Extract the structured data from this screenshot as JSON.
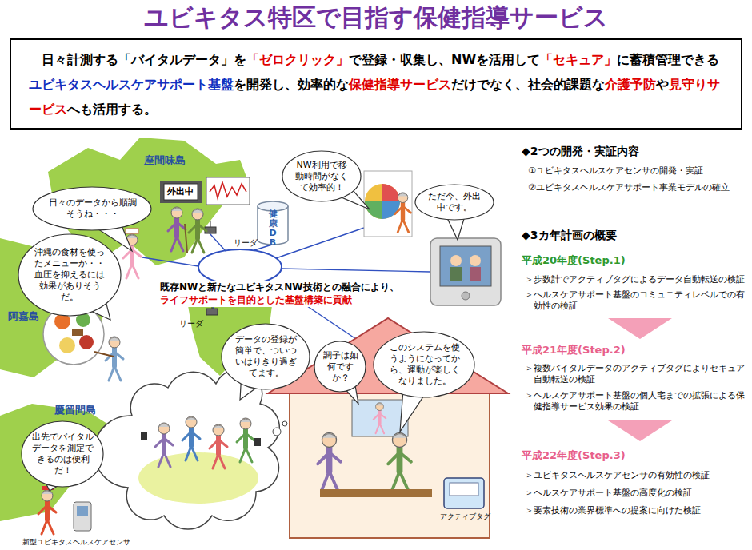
{
  "diagram": {
    "title": "ユビキタス特区で目指す保健指導サービス",
    "nodes": [
      {
        "text": [
          "日々計測する「バイタルデータ」を「ゼロクリック」で登録・収集し、NWを活用して「セキュア」に蓄積管理できるユビキタスヘルスケアサポート基盤を開発し、効率的な保健指導サービスだけでなく、社会的課題な介護予防や見守りサービスへも活用する。"
        ]
      },
      {
        "text": [
          "日々のデータから順調そうね・・・"
        ]
      },
      {
        "text": [
          "沖縄の食材を使ったメニューか・・血圧を抑えるには効果がありそうだ。"
        ]
      },
      {
        "text": [
          "NW利用で移動時間がなくて効率的！"
        ]
      },
      {
        "text": [
          "ただ今、外出中です。"
        ]
      },
      {
        "text": [
          "データの登録が簡単で、ついついはりきり過ぎてます。"
        ]
      },
      {
        "text": [
          "調子は如何ですか？"
        ]
      },
      {
        "text": [
          "このシステムを使うようになってから、運動が楽しくなりました。"
        ]
      },
      {
        "text": [
          "出先でバイタルデータを測定できるのは便利だ！"
        ]
      }
    ],
    "labels": [
      "座間味島",
      "外出中",
      "健康DB",
      "リーダ",
      "既存NWと新たなユビキタスNW技術との融合により、",
      "ライフサポートを目的とした基盤構築に貢献",
      "阿嘉島",
      "リーダ",
      "慶留間島",
      "アクティブタグ",
      "新型ユビキタスヘルスケアセンサ",
      "◆2つの開発・実証内容",
      "①ユビキタスヘルスケアセンサの開発・実証",
      "②ユビキタスヘルスケアサポート事業モデルの確立",
      "◆3カ年計画の概要",
      "平成20年度(Step.1)",
      "＞歩数計でアクティブタグによるデータ自動転送の検証",
      "＞ヘルスケアサポート基盤のコミュニティレベルでの有効性の検証",
      "平成21年度(Step.2)",
      "＞複数バイタルデータのアクティブタグによりセキュア自動転送の検証",
      "＞ヘルスケアサポート基盤の個人宅までの拡張による保健指導サービス効果の検証",
      "平成22年度(Step.3)",
      "＞ユビキタスヘルスケアセンサの有効性の検証",
      "＞ヘルスケアサポート基盤の高度化の検証",
      "＞要素技術の業界標準への提案に向けた検証"
    ]
  }
}
